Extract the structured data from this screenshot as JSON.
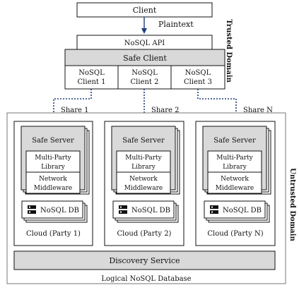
{
  "trusted": {
    "client": "Client",
    "plaintext": "Plaintext",
    "nosql_api": "NoSQL API",
    "safe_client": "Safe Client",
    "domain_label": "Trusted Domain",
    "sub_clients": [
      {
        "line1": "NoSQL",
        "line2": "Client 1"
      },
      {
        "line1": "NoSQL",
        "line2": "Client 2"
      },
      {
        "line1": "NoSQL",
        "line2": "Client 3"
      }
    ]
  },
  "shares": [
    "Share 1",
    "Share 2",
    "Share N"
  ],
  "untrusted": {
    "domain_label": "Untrusted Domain",
    "clouds": [
      {
        "safe_server": "Safe Server",
        "mpl1": "Multi-Party",
        "mpl2": "Library",
        "net1": "Network",
        "net2": "Middleware",
        "db": "NoSQL DB",
        "label": "Cloud (Party 1)"
      },
      {
        "safe_server": "Safe Server",
        "mpl1": "Multi-Party",
        "mpl2": "Library",
        "net1": "Network",
        "net2": "Middleware",
        "db": "NoSQL DB",
        "label": "Cloud (Party 2)"
      },
      {
        "safe_server": "Safe Server",
        "mpl1": "Multi-Party",
        "mpl2": "Library",
        "net1": "Network",
        "net2": "Middleware",
        "db": "NoSQL DB",
        "label": "Cloud (Party N)"
      }
    ],
    "discovery": "Discovery Service",
    "logical_db": "Logical NoSQL Database"
  }
}
